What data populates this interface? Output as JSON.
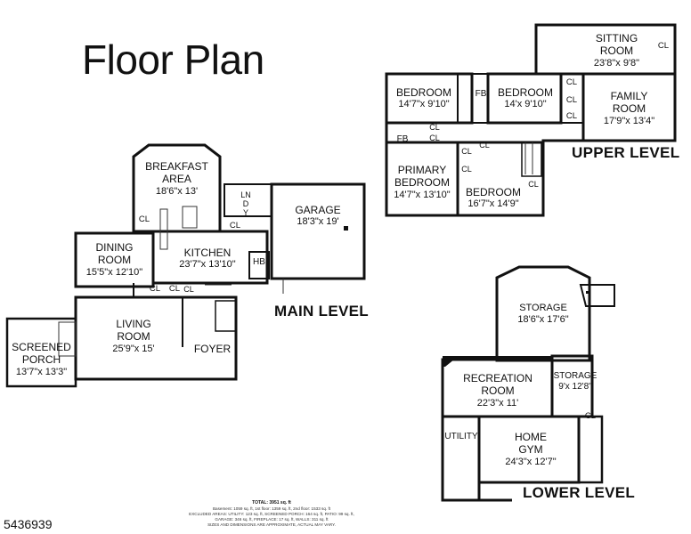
{
  "title": "Floor Plan",
  "levels": {
    "main": "MAIN LEVEL",
    "upper": "UPPER LEVEL",
    "lower": "LOWER LEVEL"
  },
  "main_rooms": {
    "breakfast": {
      "name_1": "BREAKFAST",
      "name_2": "AREA",
      "dims": "18'6\"x 13'"
    },
    "kitchen": {
      "name": "KITCHEN",
      "dims": "23'7\"x 13'10\""
    },
    "dining": {
      "name": "DINING",
      "name_2": "ROOM",
      "dims": "15'5\"x 12'10\""
    },
    "living": {
      "name": "LIVING",
      "name_2": "ROOM",
      "dims": "25'9\"x 15'"
    },
    "foyer": {
      "name": "FOYER"
    },
    "porch": {
      "name": "SCREENED",
      "name_2": "PORCH",
      "dims": "13'7\"x 13'3\""
    },
    "garage": {
      "name": "GARAGE",
      "dims": "18'3\"x 19'"
    },
    "lndy": "LNDY",
    "hb": "HB",
    "cl": "CL"
  },
  "upper_rooms": {
    "sitting": {
      "name": "SITTING",
      "name_2": "ROOM",
      "dims": "23'8\"x 9'8\""
    },
    "family": {
      "name": "FAMILY",
      "name_2": "ROOM",
      "dims": "17'9\"x 13'4\""
    },
    "bedroom_1": {
      "name": "BEDROOM",
      "dims": "14'7\"x 9'10\""
    },
    "bedroom_2": {
      "name": "BEDROOM",
      "dims": "14'x 9'10\""
    },
    "primary": {
      "name": "PRIMARY",
      "name_2": "BEDROOM",
      "dims": "14'7\"x 13'10\""
    },
    "bedroom_3": {
      "name": "BEDROOM",
      "dims": "16'7\"x 14'9\""
    },
    "fb": "FB",
    "cl": "CL"
  },
  "lower_rooms": {
    "storage_1": {
      "name": "STORAGE",
      "dims": "18'6\"x 17'6\""
    },
    "recreation": {
      "name": "RECREATION",
      "name_2": "ROOM",
      "dims": "22'3\"x 11'"
    },
    "storage_2": {
      "name": "STORAGE",
      "dims": "9'x 12'8\""
    },
    "utility": {
      "name": "UTILITY"
    },
    "gym": {
      "name": "HOME",
      "name_2": "GYM",
      "dims": "24'3\"x 12'7\""
    },
    "cl": "CL"
  },
  "footer": {
    "total": "TOTAL: 3951 sq. ft",
    "line_1": "Basement: 1059 sq. ft, 1st floor: 1359 sq. ft, 2nd floor: 1533 sq. ft",
    "line_2": "EXCLUDED AREAS: UTILITY: 123 sq. ft, SCREENED PORCH: 164 sq. ft, PATIO: 99 sq. ft,",
    "line_3": "GARAGE: 346 sq. ft, FIREPLACE: 17 sq. ft, WALLS: 311 sq. ft",
    "disclaimer": "SIZES AND DIMENSIONS ARE APPROXIMATE, ACTUAL MAY VARY."
  },
  "listing_id": "5436939"
}
